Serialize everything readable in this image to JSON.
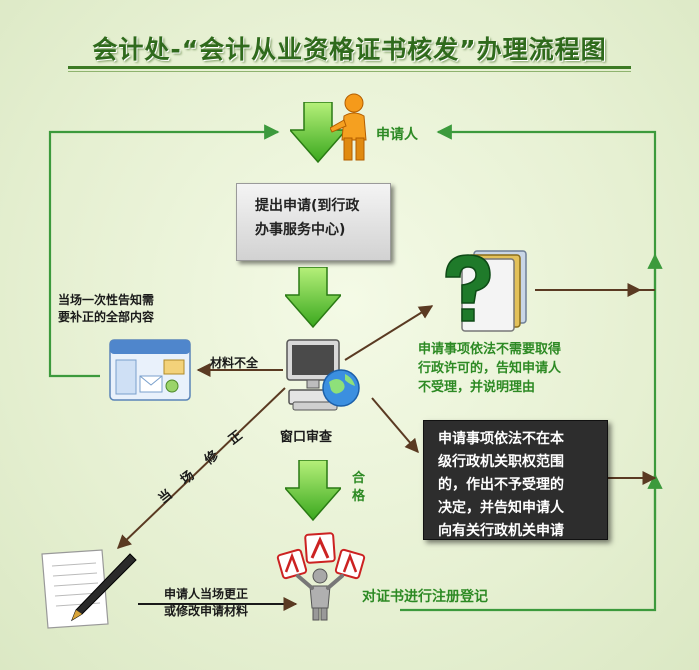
{
  "title": "会计处-“会计从业资格证书核发”办理流程图",
  "nodes": {
    "applicant": "申请人",
    "submit_box": [
      "提出申请(到行政",
      "办事服务中心)"
    ],
    "window_review": "窗口审查",
    "no_permit_needed": [
      "申请事项依法不需要取得",
      "行政许可的，告知申请人",
      "不受理，并说明理由"
    ],
    "out_of_scope": [
      "申请事项依法不在本",
      "级行政机关职权范围",
      "的，作出不予受理的",
      "决定，并告知申请人",
      "向有关行政机关申请"
    ],
    "register": "对证书进行注册登记",
    "one_time_notice": [
      "当场一次性告知需",
      "要补正的全部内容"
    ]
  },
  "edge_labels": {
    "incomplete": "材料不全",
    "qualified": [
      "合",
      "格"
    ],
    "correct_on_site": [
      "当",
      "场",
      "修",
      "正"
    ],
    "applicant_correct": [
      "申请人当场更正",
      "或修改申请材料"
    ]
  },
  "colors": {
    "accent_green": "#2d8a24",
    "title_green": "#2f6a1c",
    "line_brown": "#5a3a22",
    "line_green": "#3c9a3c",
    "dark_box": "#2d2d2d"
  },
  "icons": {
    "applicant": "person-pointing-icon",
    "help": "question-mark-book-icon",
    "computer": "computer-globe-icon",
    "mail": "mail-window-icon",
    "pen": "pen-paper-icon",
    "award": "trophy-person-icon"
  }
}
